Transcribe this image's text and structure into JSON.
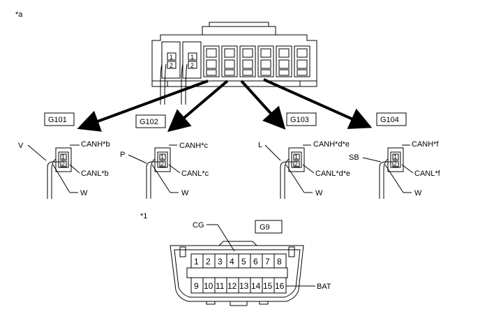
{
  "top_note": "*a",
  "bottom_note": "*1",
  "connectors": [
    {
      "id": "G101",
      "wire_color": "V",
      "canh": "CANH*b",
      "canl": "CANL*b",
      "ground": "W",
      "pin1": "1",
      "pin2": "2"
    },
    {
      "id": "G102",
      "wire_color": "P",
      "canh": "CANH*c",
      "canl": "CANL*c",
      "ground": "W",
      "pin1": "1",
      "pin2": "2"
    },
    {
      "id": "G103",
      "wire_color": "L",
      "canh": "CANH*d*e",
      "canl": "CANL*d*e",
      "ground": "W",
      "pin1": "1",
      "pin2": "2"
    },
    {
      "id": "G104",
      "wire_color": "SB",
      "canh": "CANH*f",
      "canl": "CANL*f",
      "ground": "W",
      "pin1": "1",
      "pin2": "2"
    }
  ],
  "top_connector": {
    "left_pin1": "1",
    "left_pin2": "2",
    "right_pin1": "1",
    "right_pin2": "2"
  },
  "dlc": {
    "id": "G9",
    "cg_label": "CG",
    "bat_label": "BAT",
    "top_row": [
      "1",
      "2",
      "3",
      "4",
      "5",
      "6",
      "7",
      "8"
    ],
    "bottom_row": [
      "9",
      "10",
      "11",
      "12",
      "13",
      "14",
      "15",
      "16"
    ]
  }
}
